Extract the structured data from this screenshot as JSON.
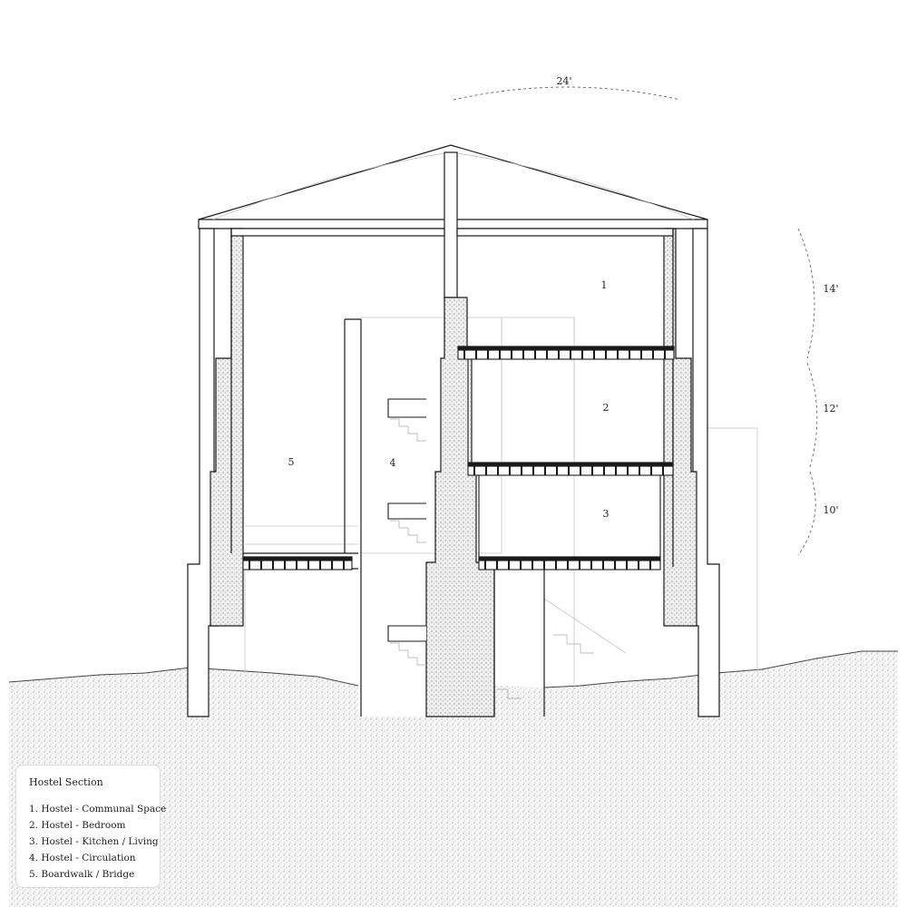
{
  "dimensions": {
    "width_label": "24'",
    "heights": [
      "14'",
      "12'",
      "10'"
    ]
  },
  "rooms": [
    {
      "number": "1"
    },
    {
      "number": "2"
    },
    {
      "number": "3"
    },
    {
      "number": "4"
    },
    {
      "number": "5"
    }
  ],
  "legend": {
    "title": "Hostel Section",
    "items": [
      "1. Hostel - Communal Space",
      "2. Hostel - Bedroom",
      "3. Hostel - Kitchen / Living",
      "4. Hostel - Circulation",
      "5. Boardwalk / Bridge"
    ]
  },
  "colors": {
    "line": "#1a1a1a",
    "light_line": "#bdbdbd",
    "ground_hatch": "#8a8a8a"
  }
}
